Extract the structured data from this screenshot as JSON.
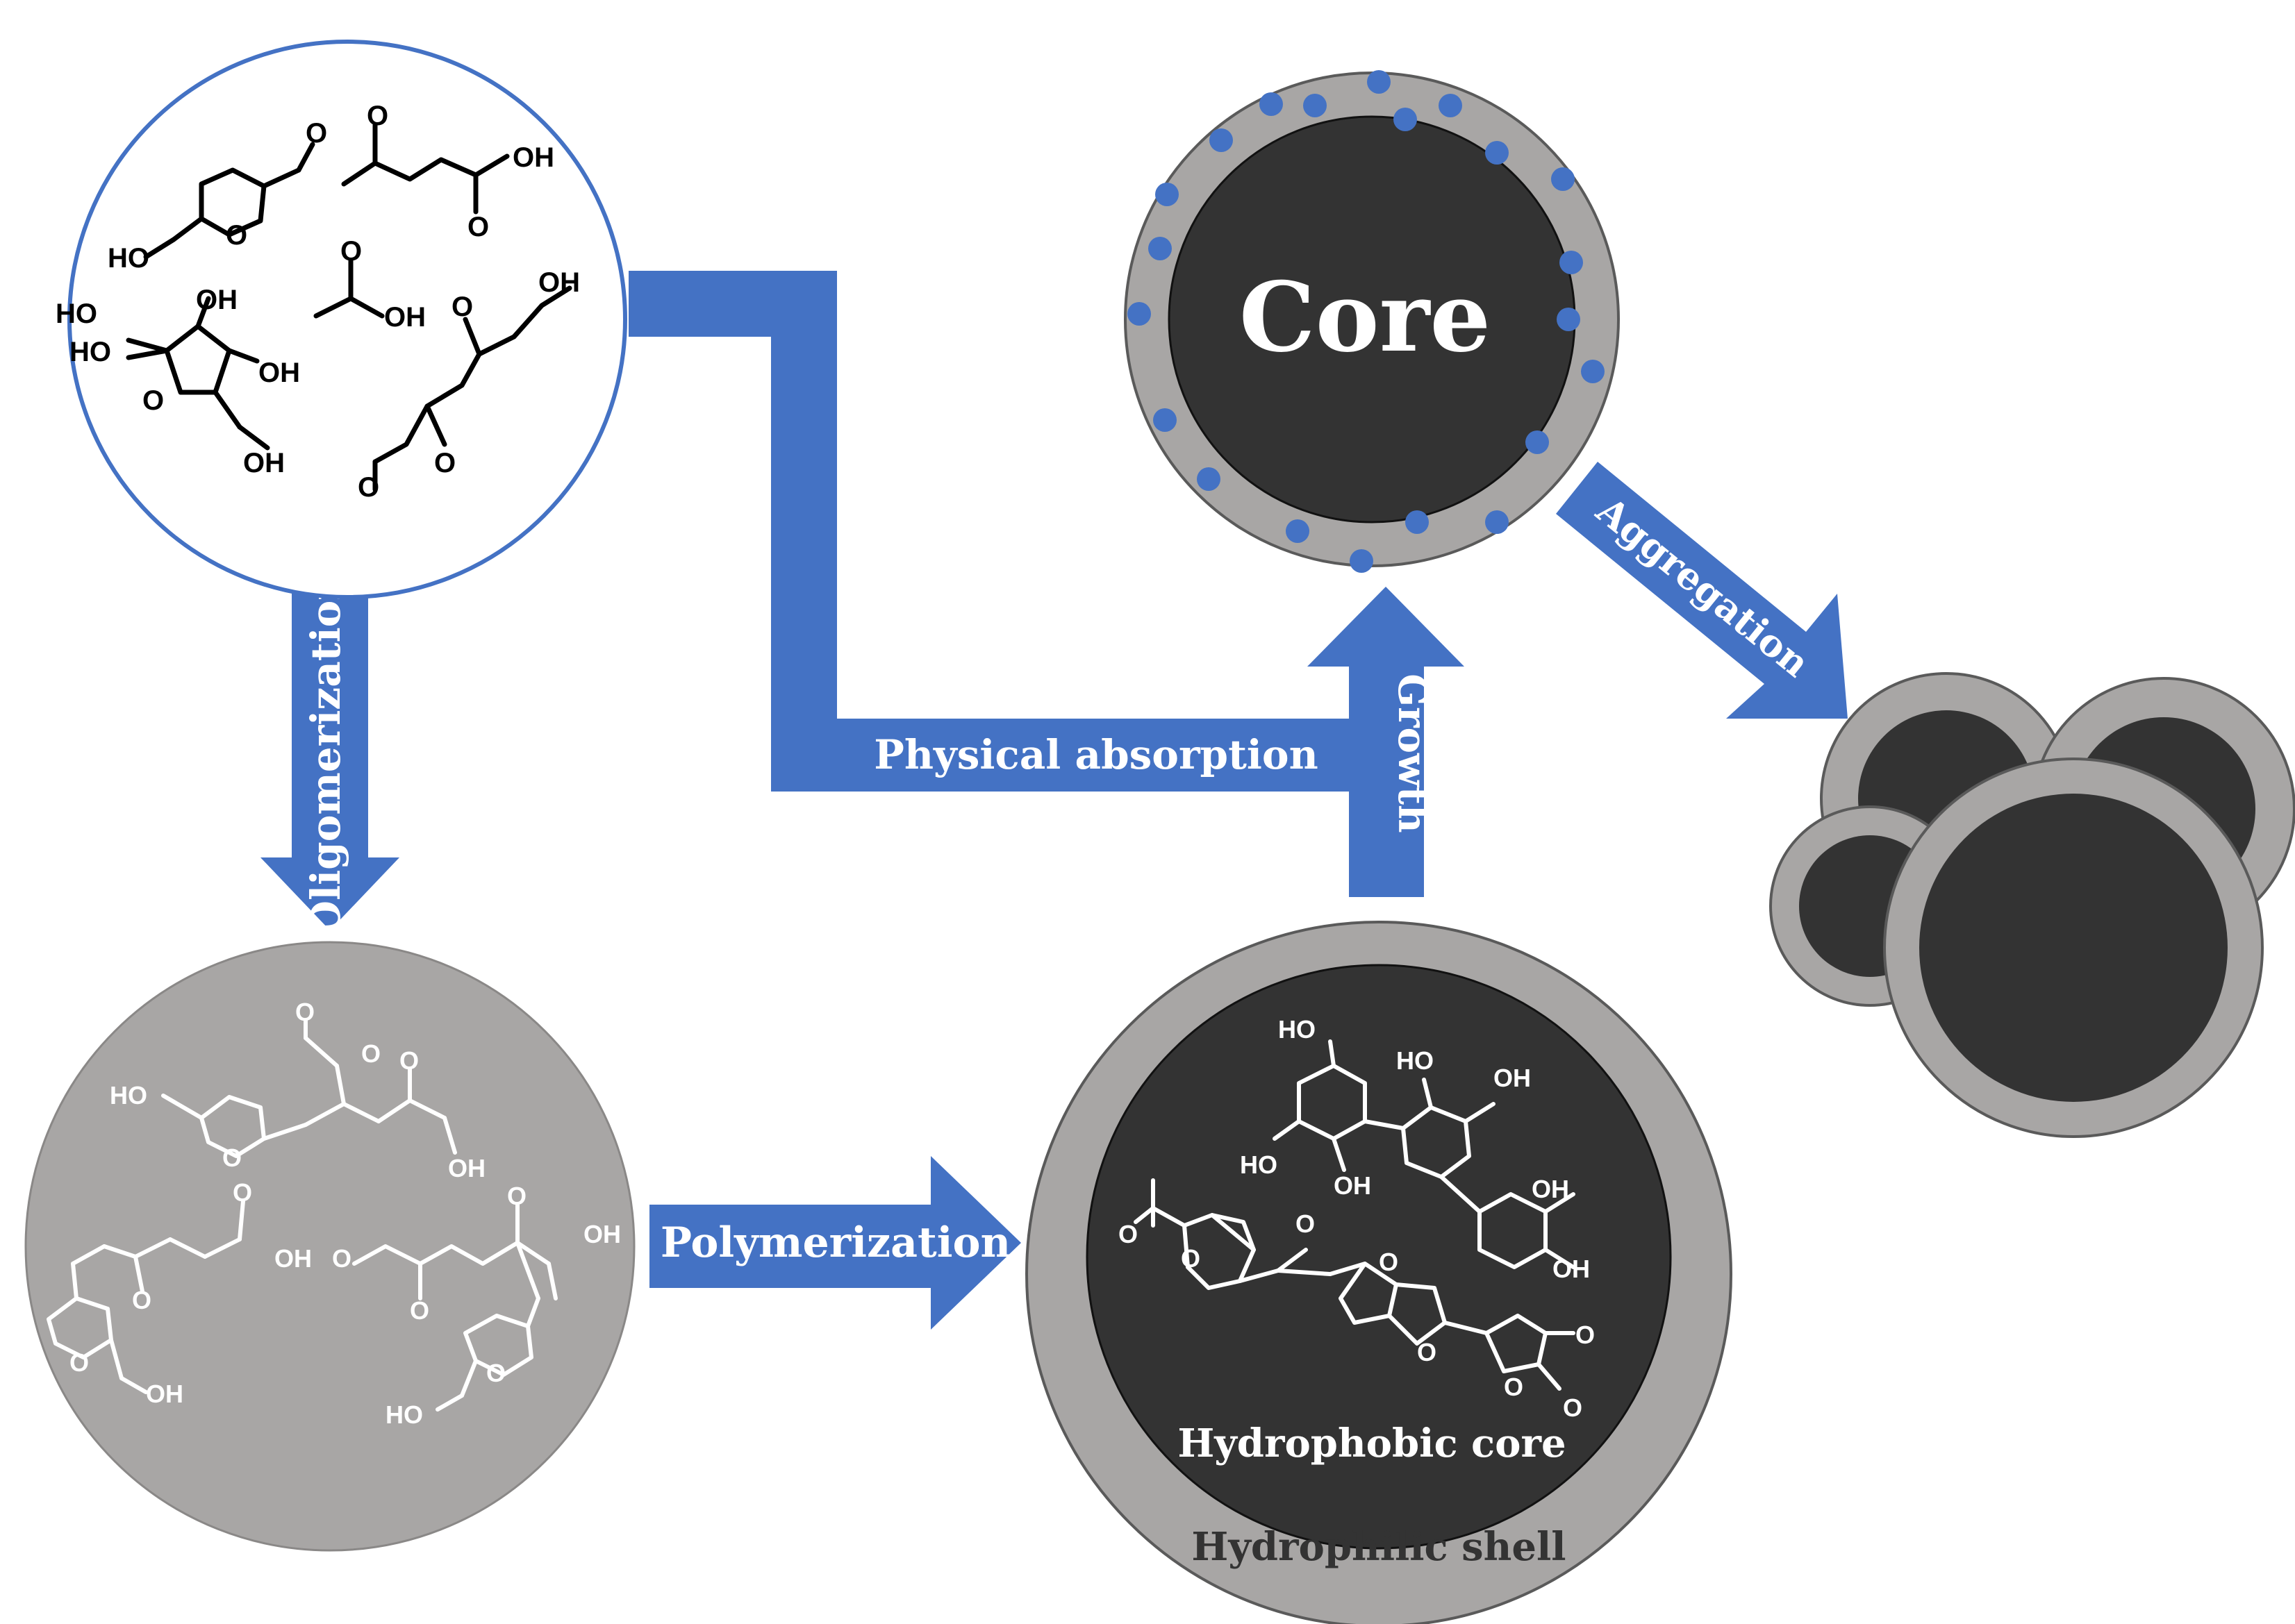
{
  "labels": {
    "core": "Core",
    "oligomerization": "Oligomerization",
    "physical_absorption": "Physical absorption",
    "growth": "Growth",
    "aggregation": "Aggregation",
    "polymerization": "Polymerization",
    "hydrophobic_core": "Hydrophobic core",
    "hydrophilic_shell": "Hydrophilic shell"
  },
  "atom_labels": {
    "molecules": {
      "ho": "HO",
      "o": "O",
      "oh": "OH"
    },
    "oligomers": {
      "ho": "HO",
      "o": "O",
      "oh": "OH"
    },
    "polymer": {
      "ho": "HO",
      "o": "O",
      "oh": "OH"
    }
  },
  "colors": {
    "arrow": "#4472C4",
    "molecule_circle_border": "#4472C4",
    "core_dark": "#333333",
    "shell_gray": "#A8A6A5",
    "dot_blue": "#4472C4",
    "label_white": "#FFFFFF"
  }
}
